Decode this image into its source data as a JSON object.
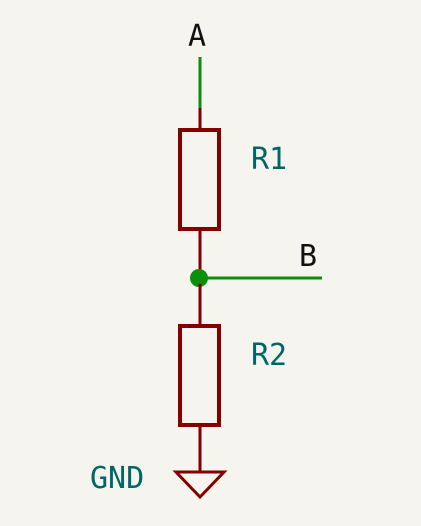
{
  "schematic": {
    "background": "#f5f4ef",
    "colors": {
      "wire": "#0a8f0a",
      "component": "#840000",
      "reference_text": "#006666",
      "net_text": "#111111"
    },
    "nets": {
      "top": "A",
      "mid": "B",
      "ground": "GND"
    },
    "components": [
      {
        "ref": "R1",
        "type": "resistor"
      },
      {
        "ref": "R2",
        "type": "resistor"
      }
    ],
    "symbols": {
      "junction": "junction-dot-icon",
      "ground": "ground-symbol-icon"
    }
  }
}
